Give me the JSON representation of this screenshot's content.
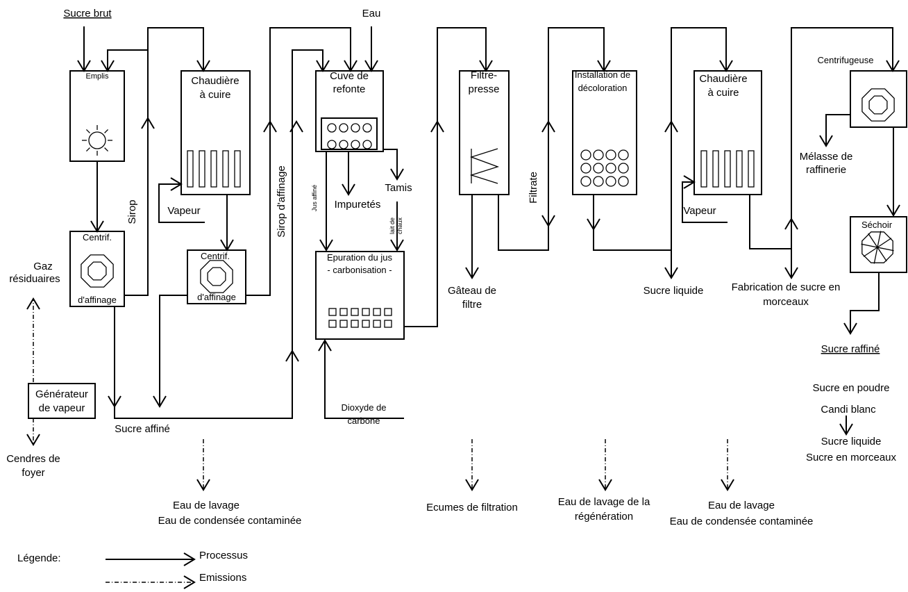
{
  "inputs": {
    "raw_sugar": "Sucre brut",
    "water": "Eau"
  },
  "units": {
    "emplis": "Emplis",
    "boiler1": [
      "Chaudière",
      "à cuire"
    ],
    "centrif1": [
      "Centrif.",
      "d'affinage"
    ],
    "centrif2": [
      "Centrif.",
      "d'affinage"
    ],
    "melt_tank": [
      "Cuve de",
      "refonte"
    ],
    "purification": [
      "Epuration du jus",
      "- carbonisation -"
    ],
    "filter_press": [
      "Filtre-",
      "presse"
    ],
    "decolor": [
      "Installation de",
      "décoloration"
    ],
    "boiler2": [
      "Chaudière",
      "à cuire"
    ],
    "centrifuge": "Centrifugeuse",
    "dryer": "Séchoir",
    "steam_gen": [
      "Générateur",
      "de vapeur"
    ]
  },
  "flows": {
    "syrup": "Sirop",
    "steam1": "Vapeur",
    "affination_syrup": "Sirop d'affinage",
    "affined_juice": "Jus affiné",
    "impurities": "Impuretés",
    "sieve": "Tamis",
    "lime_milk": [
      "lait de",
      "chaux"
    ],
    "affined_sugar": "Sucre affiné",
    "co2": [
      "Dioxyde de",
      "carbone"
    ],
    "filter_cake": [
      "Gâteau de",
      "filtre"
    ],
    "filtrate": "Filtrate",
    "liquid_sugar": "Sucre liquide",
    "steam2": "Vapeur",
    "cube_sugar": [
      "Fabrication de sucre en",
      "morceaux"
    ],
    "molasses": [
      "Mélasse de",
      "raffinerie"
    ],
    "refined_sugar": "Sucre raffiné",
    "products": [
      "Sucre en poudre",
      "Candi blanc",
      "Sucre liquide",
      "Sucre en morceaux"
    ]
  },
  "emissions": {
    "flue_gas": [
      "Gaz",
      "résiduaires"
    ],
    "ash": [
      "Cendres de",
      "foyer"
    ],
    "e1": [
      "Eau de lavage",
      "Eau de condensée contaminée"
    ],
    "e2": "Ecumes de filtration",
    "e3": [
      "Eau de lavage de la",
      "régénération"
    ],
    "e4": [
      "Eau de lavage",
      "Eau de condensée contaminée"
    ]
  },
  "legend": {
    "title": "Légende:",
    "process": "Processus",
    "emissions": "Emissions"
  }
}
